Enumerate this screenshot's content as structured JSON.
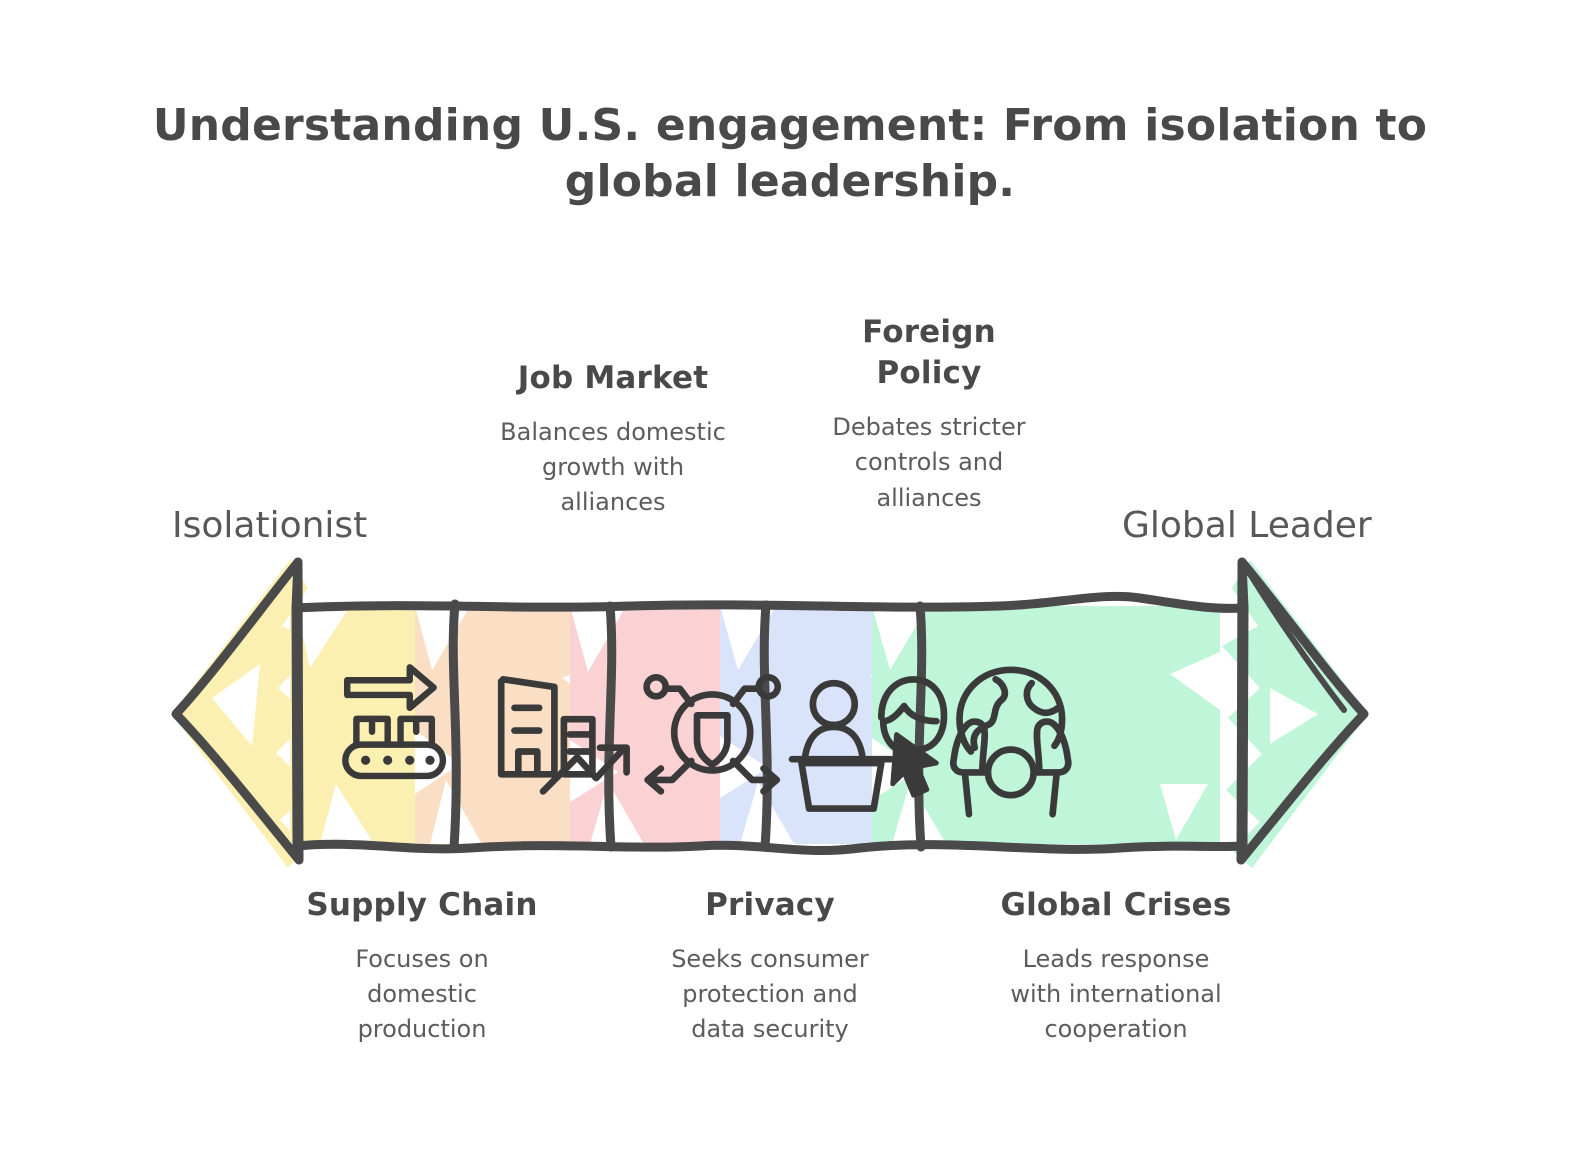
{
  "title": "Understanding U.S. engagement: From isolation to\nglobal leadership.",
  "spectrum": {
    "left_end_label": "Isolationist",
    "right_end_label": "Global Leader"
  },
  "colors": {
    "ink": "#494949",
    "text_body": "#5c5c5c",
    "yellow": "#FBF0B2",
    "peach": "#FBDFC5",
    "pink": "#FAD2D4",
    "blue": "#D9E4FA",
    "green": "#BFF5D9",
    "background": "#FFFFFF"
  },
  "stages": [
    {
      "id": "supply-chain",
      "title": "Supply Chain",
      "description": "Focuses on\ndomestic\nproduction",
      "icon": "conveyor-belt-icon",
      "color": "#FBF0B2",
      "position": "bottom"
    },
    {
      "id": "job-market",
      "title": "Job Market",
      "description": "Balances domestic\ngrowth with\nalliances",
      "icon": "factory-growth-chart-icon",
      "color": "#FBDFC5",
      "position": "top"
    },
    {
      "id": "privacy",
      "title": "Privacy",
      "description": "Seeks consumer\nprotection and\ndata security",
      "icon": "shield-network-icon",
      "color": "#FAD2D4",
      "position": "bottom"
    },
    {
      "id": "foreign-policy",
      "title": "Foreign\nPolicy",
      "description": "Debates stricter\ncontrols and\nalliances",
      "icon": "people-podium-cursor-icon",
      "color": "#D9E4FA",
      "position": "top"
    },
    {
      "id": "global-crises",
      "title": "Global Crises",
      "description": "Leads response\nwith international\ncooperation",
      "icon": "person-holding-globe-icon",
      "color": "#BFF5D9",
      "position": "bottom"
    }
  ]
}
